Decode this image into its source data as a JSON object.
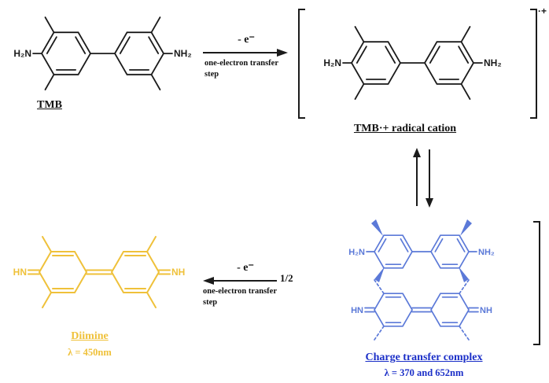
{
  "palette": {
    "structure_black": "#1b1b1b",
    "structure_blue": "#5b79d8",
    "caption_blue": "#1b2fc8",
    "structure_gold": "#efc13a"
  },
  "arrows": {
    "top": {
      "label": "- e⁻",
      "caption": "one-electron transfer step"
    },
    "bottom": {
      "label": "- e⁻",
      "caption": "one-electron transfer step",
      "coefficient": "1/2"
    }
  },
  "tmb": {
    "caption": "TMB",
    "amine_left": "H₂N",
    "amine_right": "NH₂"
  },
  "radical_cation": {
    "caption": "TMB·+ radical cation",
    "charge": "·+",
    "amine_left": "H₂N",
    "amine_right": "NH₂"
  },
  "charge_transfer_complex": {
    "caption": "Charge transfer complex",
    "wavelength": "λ = 370 and 652nm",
    "amine_left": "H₂N",
    "amine_right": "NH₂",
    "imine_left": "HN",
    "imine_right": "NH"
  },
  "diimine": {
    "caption": "Diimine",
    "wavelength": "λ = 450nm",
    "imine_left": "HN",
    "imine_right": "NH"
  }
}
